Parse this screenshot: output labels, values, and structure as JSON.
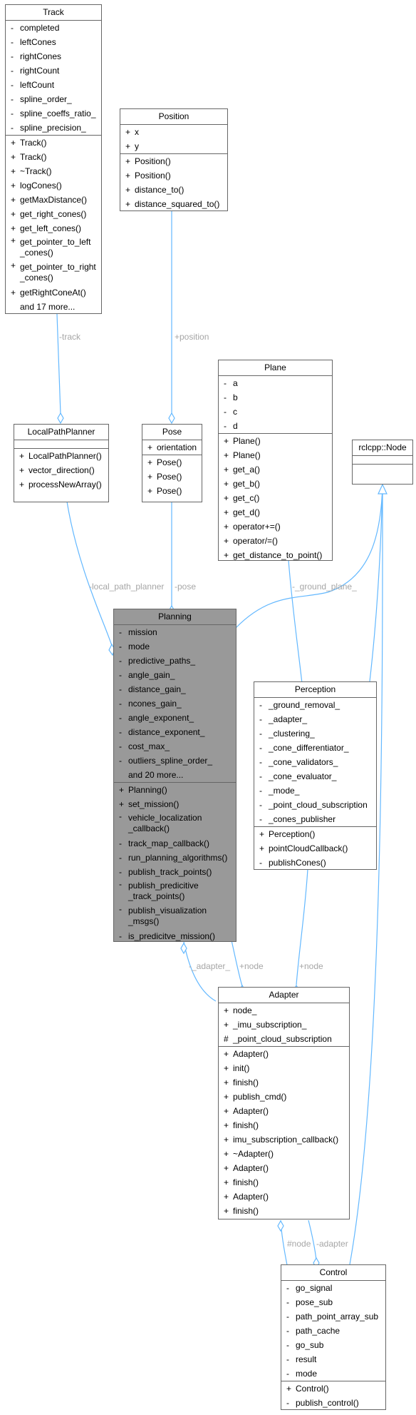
{
  "colors": {
    "edge": "#63b8ff",
    "focus_bg": "#999999",
    "border": "#666666",
    "label": "#a6a6a6"
  },
  "classes": {
    "track": {
      "name": "Track",
      "attributes": [
        {
          "vis": "-",
          "text": "completed"
        },
        {
          "vis": "-",
          "text": "leftCones"
        },
        {
          "vis": "-",
          "text": "rightCones"
        },
        {
          "vis": "-",
          "text": "rightCount"
        },
        {
          "vis": "-",
          "text": "leftCount"
        },
        {
          "vis": "-",
          "text": "spline_order_"
        },
        {
          "vis": "-",
          "text": "spline_coeffs_ratio_"
        },
        {
          "vis": "-",
          "text": "spline_precision_"
        }
      ],
      "methods": [
        {
          "vis": "+",
          "text": "Track()"
        },
        {
          "vis": "+",
          "text": "Track()"
        },
        {
          "vis": "+",
          "text": "~Track()"
        },
        {
          "vis": "+",
          "text": "logCones()"
        },
        {
          "vis": "+",
          "text": "getMaxDistance()"
        },
        {
          "vis": "+",
          "text": "get_right_cones()"
        },
        {
          "vis": "+",
          "text": "get_left_cones()"
        },
        {
          "vis": "+",
          "text": "get_pointer_to_left _cones()"
        },
        {
          "vis": "+",
          "text": "get_pointer_to_right _cones()"
        },
        {
          "vis": "+",
          "text": "getRightConeAt()"
        },
        {
          "vis": "",
          "text": "and 17 more..."
        }
      ]
    },
    "position": {
      "name": "Position",
      "attributes": [
        {
          "vis": "+",
          "text": "x"
        },
        {
          "vis": "+",
          "text": "y"
        }
      ],
      "methods": [
        {
          "vis": "+",
          "text": "Position()"
        },
        {
          "vis": "+",
          "text": "Position()"
        },
        {
          "vis": "+",
          "text": "distance_to()"
        },
        {
          "vis": "+",
          "text": "distance_squared_to()"
        }
      ]
    },
    "plane": {
      "name": "Plane",
      "attributes": [
        {
          "vis": "-",
          "text": "a"
        },
        {
          "vis": "-",
          "text": "b"
        },
        {
          "vis": "-",
          "text": "c"
        },
        {
          "vis": "-",
          "text": "d"
        }
      ],
      "methods": [
        {
          "vis": "+",
          "text": "Plane()"
        },
        {
          "vis": "+",
          "text": "Plane()"
        },
        {
          "vis": "+",
          "text": "get_a()"
        },
        {
          "vis": "+",
          "text": "get_b()"
        },
        {
          "vis": "+",
          "text": "get_c()"
        },
        {
          "vis": "+",
          "text": "get_d()"
        },
        {
          "vis": "+",
          "text": "operator+=()"
        },
        {
          "vis": "+",
          "text": "operator/=()"
        },
        {
          "vis": "+",
          "text": "get_distance_to_point()"
        }
      ]
    },
    "lpp": {
      "name": "LocalPathPlanner",
      "attributes": [],
      "methods": [
        {
          "vis": "+",
          "text": "LocalPathPlanner()"
        },
        {
          "vis": "+",
          "text": "vector_direction()"
        },
        {
          "vis": "+",
          "text": "processNewArray()"
        }
      ]
    },
    "pose": {
      "name": "Pose",
      "attributes": [
        {
          "vis": "+",
          "text": "orientation"
        }
      ],
      "methods": [
        {
          "vis": "+",
          "text": "Pose()"
        },
        {
          "vis": "+",
          "text": "Pose()"
        },
        {
          "vis": "+",
          "text": "Pose()"
        }
      ]
    },
    "rclnode": {
      "name": "rclcpp::Node",
      "attributes": [],
      "methods": []
    },
    "planning": {
      "name": "Planning",
      "attributes": [
        {
          "vis": "-",
          "text": "mission"
        },
        {
          "vis": "-",
          "text": "mode"
        },
        {
          "vis": "-",
          "text": "predictive_paths_"
        },
        {
          "vis": "-",
          "text": "angle_gain_"
        },
        {
          "vis": "-",
          "text": "distance_gain_"
        },
        {
          "vis": "-",
          "text": "ncones_gain_"
        },
        {
          "vis": "-",
          "text": "angle_exponent_"
        },
        {
          "vis": "-",
          "text": "distance_exponent_"
        },
        {
          "vis": "-",
          "text": "cost_max_"
        },
        {
          "vis": "-",
          "text": "outliers_spline_order_"
        },
        {
          "vis": "",
          "text": "and 20 more..."
        }
      ],
      "methods": [
        {
          "vis": "+",
          "text": "Planning()"
        },
        {
          "vis": "+",
          "text": "set_mission()"
        },
        {
          "vis": "-",
          "text": "vehicle_localization _callback()"
        },
        {
          "vis": "-",
          "text": "track_map_callback()"
        },
        {
          "vis": "-",
          "text": "run_planning_algorithms()"
        },
        {
          "vis": "-",
          "text": "publish_track_points()"
        },
        {
          "vis": "-",
          "text": "publish_predicitive _track_points()"
        },
        {
          "vis": "-",
          "text": "publish_visualization _msgs()"
        },
        {
          "vis": "-",
          "text": "is_predicitve_mission()"
        }
      ]
    },
    "perception": {
      "name": "Perception",
      "attributes": [
        {
          "vis": "-",
          "text": "_ground_removal_"
        },
        {
          "vis": "-",
          "text": "_adapter_"
        },
        {
          "vis": "-",
          "text": "_clustering_"
        },
        {
          "vis": "-",
          "text": "_cone_differentiator_"
        },
        {
          "vis": "-",
          "text": "_cone_validators_"
        },
        {
          "vis": "-",
          "text": "_cone_evaluator_"
        },
        {
          "vis": "-",
          "text": "_mode_"
        },
        {
          "vis": "-",
          "text": "_point_cloud_subscription"
        },
        {
          "vis": "-",
          "text": "_cones_publisher"
        }
      ],
      "methods": [
        {
          "vis": "+",
          "text": "Perception()"
        },
        {
          "vis": "+",
          "text": "pointCloudCallback()"
        },
        {
          "vis": "-",
          "text": "publishCones()"
        }
      ]
    },
    "adapter": {
      "name": "Adapter",
      "attributes": [
        {
          "vis": "+",
          "text": "node_"
        },
        {
          "vis": "+",
          "text": "_imu_subscription_"
        },
        {
          "vis": "#",
          "text": "_point_cloud_subscription"
        }
      ],
      "methods": [
        {
          "vis": "+",
          "text": "Adapter()"
        },
        {
          "vis": "+",
          "text": "init()"
        },
        {
          "vis": "+",
          "text": "finish()"
        },
        {
          "vis": "+",
          "text": "publish_cmd()"
        },
        {
          "vis": "+",
          "text": "Adapter()"
        },
        {
          "vis": "+",
          "text": "finish()"
        },
        {
          "vis": "+",
          "text": "imu_subscription_callback()"
        },
        {
          "vis": "+",
          "text": "~Adapter()"
        },
        {
          "vis": "+",
          "text": "Adapter()"
        },
        {
          "vis": "+",
          "text": "finish()"
        },
        {
          "vis": "+",
          "text": "Adapter()"
        },
        {
          "vis": "+",
          "text": "finish()"
        }
      ]
    },
    "control": {
      "name": "Control",
      "attributes": [
        {
          "vis": "-",
          "text": "go_signal"
        },
        {
          "vis": "-",
          "text": "pose_sub"
        },
        {
          "vis": "-",
          "text": "path_point_array_sub"
        },
        {
          "vis": "-",
          "text": "path_cache"
        },
        {
          "vis": "-",
          "text": "go_sub"
        },
        {
          "vis": "-",
          "text": "result"
        },
        {
          "vis": "-",
          "text": "mode"
        }
      ],
      "methods": [
        {
          "vis": "+",
          "text": "Control()"
        },
        {
          "vis": "-",
          "text": "publish_control()"
        }
      ]
    }
  },
  "edge_labels": {
    "track": "-track",
    "position": "+position",
    "local_path_planner": "-local_path_planner",
    "pose": "-pose",
    "ground_plane": "-_ground_plane_",
    "adapter_planning": "-_adapter_",
    "node_planning": "+node",
    "node_perception": "+node",
    "node_control": "#node",
    "adapter_control": "-adapter"
  }
}
